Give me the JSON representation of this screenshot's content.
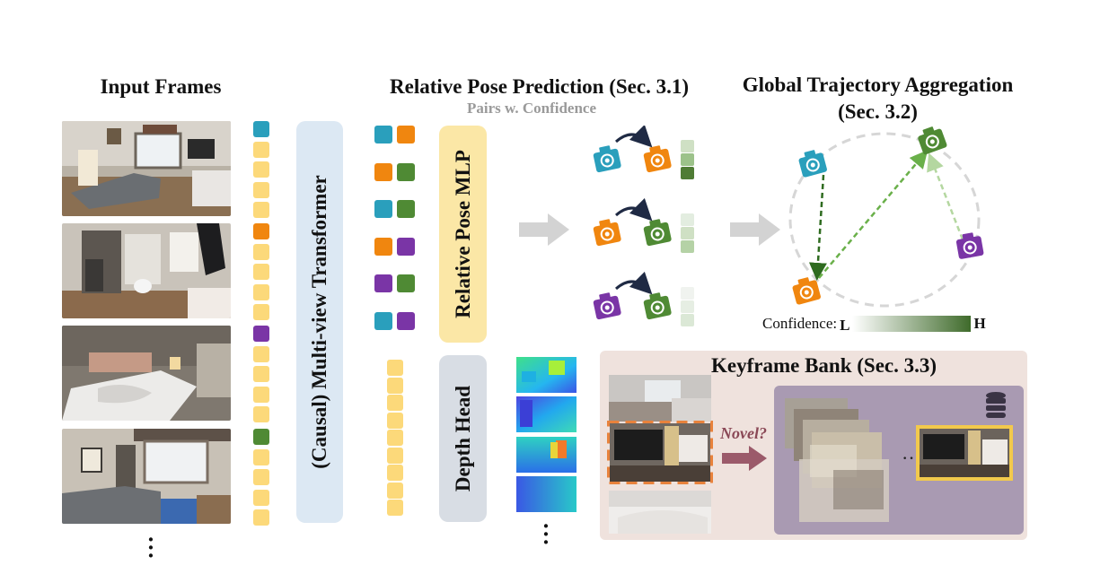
{
  "sections": {
    "input_frames": "Input Frames",
    "transformer": "(Causal) Multi-view Transformer",
    "relative_pose": "Relative Pose Prediction (Sec. 3.1)",
    "pairs_subtitle": "Pairs w. Confidence",
    "pose_mlp": "Relative Pose MLP",
    "depth_head": "Depth Head",
    "global_traj_line1": "Global Trajectory Aggregation",
    "global_traj_line2": "(Sec. 3.2)",
    "keyframe_bank": "Keyframe Bank (Sec. 3.3)",
    "novel_label": "Novel?",
    "confidence_label": "Confidence:",
    "confidence_low": "L",
    "confidence_high": "H"
  },
  "colors": {
    "blue": "#2a9fbc",
    "orange": "#f0860f",
    "green": "#4f8a34",
    "purple": "#7a35a6",
    "token_yellow": "#fcd97a",
    "transformer_bg": "#dce8f3",
    "mlp_bg": "#fbe7a6",
    "depth_bg": "#d8dde4",
    "bank_bg": "#efe2dd",
    "bank_inner": "#a99ab2",
    "highlight": "#f2c94c",
    "dashed_orange": "#e8823c"
  },
  "frame_token_colors": [
    "blue",
    "orange",
    "purple",
    "green"
  ],
  "token_pairs": [
    [
      "blue",
      "orange"
    ],
    [
      "orange",
      "green"
    ],
    [
      "blue",
      "green"
    ],
    [
      "orange",
      "purple"
    ],
    [
      "purple",
      "green"
    ],
    [
      "blue",
      "purple"
    ]
  ],
  "camera_pairs": [
    {
      "from": "blue",
      "to": "orange",
      "confidence": [
        "#cfe0c4",
        "#9cc28a",
        "#4f7c35"
      ]
    },
    {
      "from": "orange",
      "to": "green",
      "confidence": [
        "#e3ede0",
        "#cfe0c4",
        "#b5d2a6"
      ]
    },
    {
      "from": "purple",
      "to": "green",
      "confidence": [
        "#f0f3ef",
        "#e6eee3",
        "#dbe8d6"
      ]
    }
  ],
  "trajectory_cameras": [
    "blue",
    "green",
    "purple",
    "orange"
  ],
  "icons": [
    "camera-icon",
    "curved-arrow-icon",
    "right-arrow-icon",
    "database-icon",
    "ellipsis-icon"
  ]
}
